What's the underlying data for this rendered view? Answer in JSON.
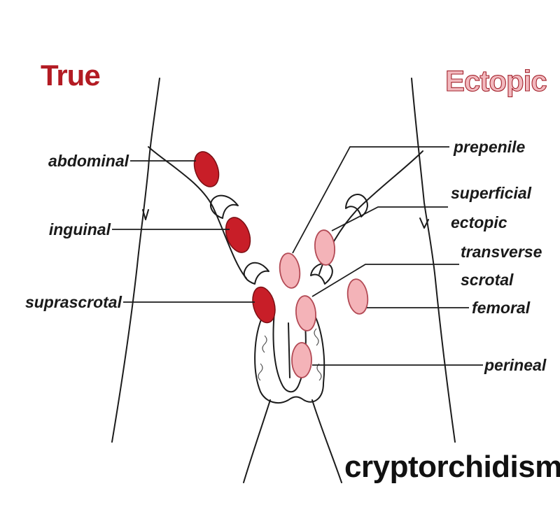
{
  "title": "cryptorchidism",
  "groups": {
    "true": {
      "label": "True",
      "color": "#b31b23"
    },
    "ectopic": {
      "label": "Ectopic",
      "color": "#f2b9be",
      "outline_color": "#a3222c"
    }
  },
  "labels": {
    "abdominal": "abdominal",
    "inguinal": "inguinal",
    "suprascrotal": "suprascrotal",
    "prepenile": "prepenile",
    "superficial_line1": "superficial",
    "superficial_line2": "ectopic",
    "transverse_line1": "transverse",
    "transverse_line2": "scrotal",
    "femoral": "femoral",
    "perineal": "perineal"
  },
  "colors": {
    "true_testis": "#c81e28",
    "ectopic_testis": "#f4b3b8"
  }
}
